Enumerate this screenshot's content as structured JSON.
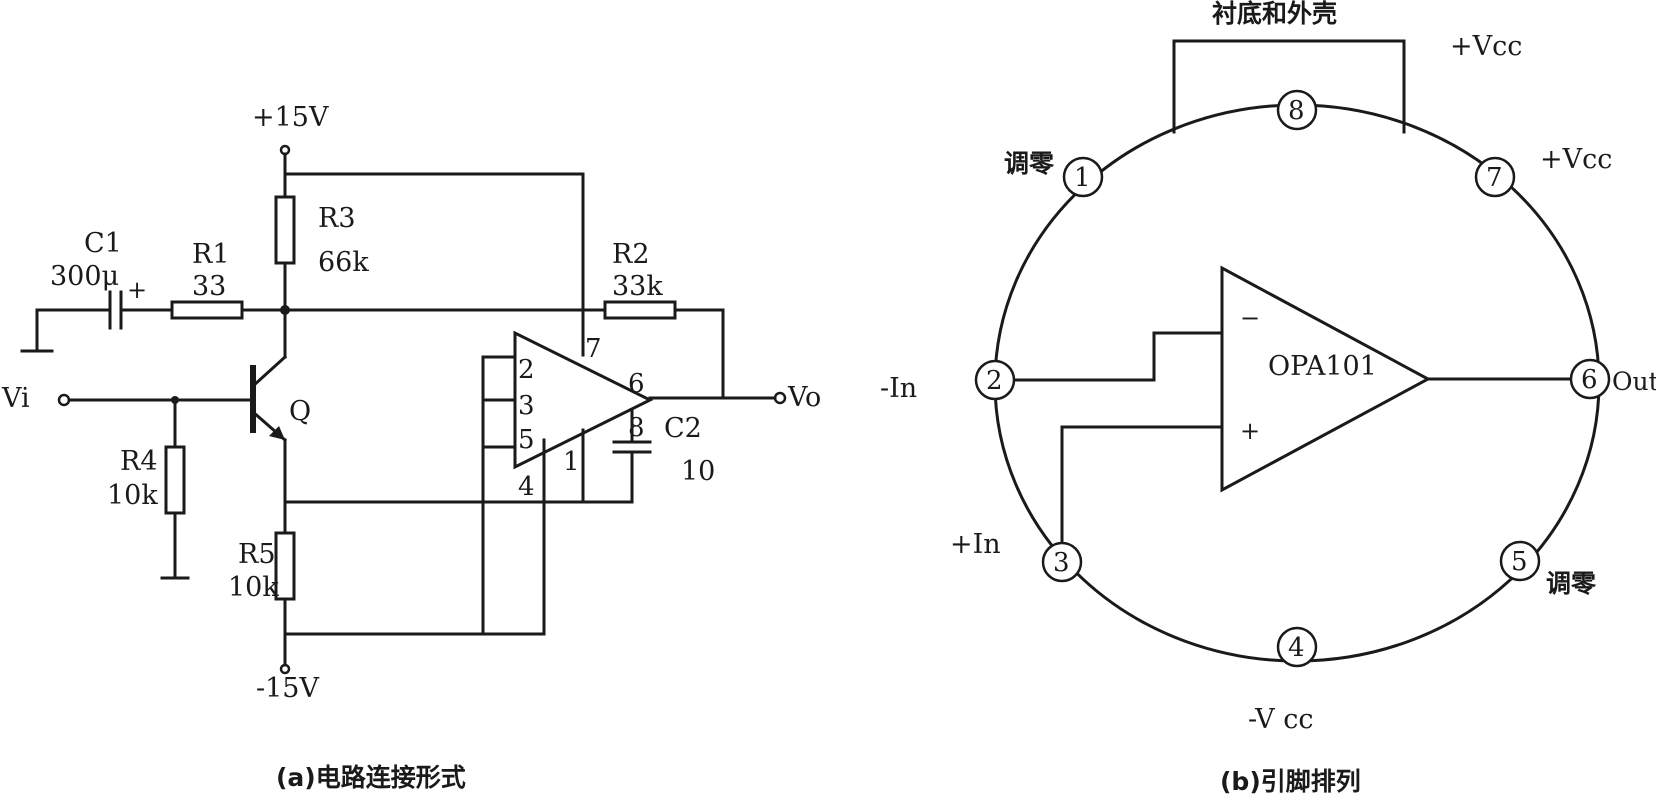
{
  "diagram_a": {
    "caption": "(a)电路连接形式",
    "vplus": "+15V",
    "vminus": "-15V",
    "input": "Vi",
    "output": "Vo",
    "components": {
      "c1_name": "C1",
      "c1_value": "300μ",
      "c1_polarity": "+",
      "r1_name": "R1",
      "r1_value": "33",
      "r2_name": "R2",
      "r2_value": "33k",
      "r3_name": "R3",
      "r3_value": "66k",
      "r4_name": "R4",
      "r4_value": "10k",
      "r5_name": "R5",
      "r5_value": "10k",
      "c2_name": "C2",
      "c2_value": "10",
      "q_name": "Q"
    },
    "opamp_pins": {
      "p1": "1",
      "p2": "2",
      "p3": "3",
      "p4": "4",
      "p5": "5",
      "p6": "6",
      "p7": "7",
      "p8": "8"
    }
  },
  "diagram_b": {
    "caption": "(b)引脚排列",
    "chip": "OPA101",
    "top_label": "衬底和外壳",
    "inverting_sign": "−",
    "noninverting_sign": "+",
    "pins": [
      {
        "num": "1",
        "label": "调零"
      },
      {
        "num": "2",
        "label": "-In"
      },
      {
        "num": "3",
        "label": "+In"
      },
      {
        "num": "4",
        "label": "-V cc"
      },
      {
        "num": "5",
        "label": "调零"
      },
      {
        "num": "6",
        "label": "Out"
      },
      {
        "num": "7",
        "label": "+Vcc"
      },
      {
        "num": "8",
        "label": "+Vcc"
      }
    ]
  }
}
